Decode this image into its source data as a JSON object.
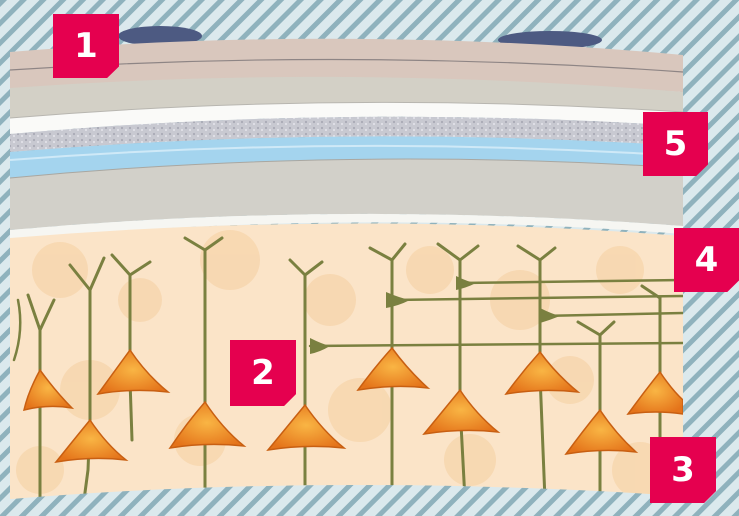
{
  "markers": {
    "m1": "1",
    "m2": "2",
    "m3": "3",
    "m4": "4",
    "m5": "5"
  },
  "colors": {
    "background": "#dbe9ed",
    "hatch": "#8fb2bd",
    "skin_top": "#d7c6bd",
    "bone": "#d3d0c8",
    "white_layer": "#f7f7f5",
    "speckled_layer": "#c3c4cc",
    "blue_layer": "#9fd1ec",
    "cortex": "#fbe6cc",
    "neuron_body": "#ef8a1d",
    "neuron_fiber": "#7a8040",
    "marker": "#e5004f",
    "blob": "#4d5a82"
  }
}
